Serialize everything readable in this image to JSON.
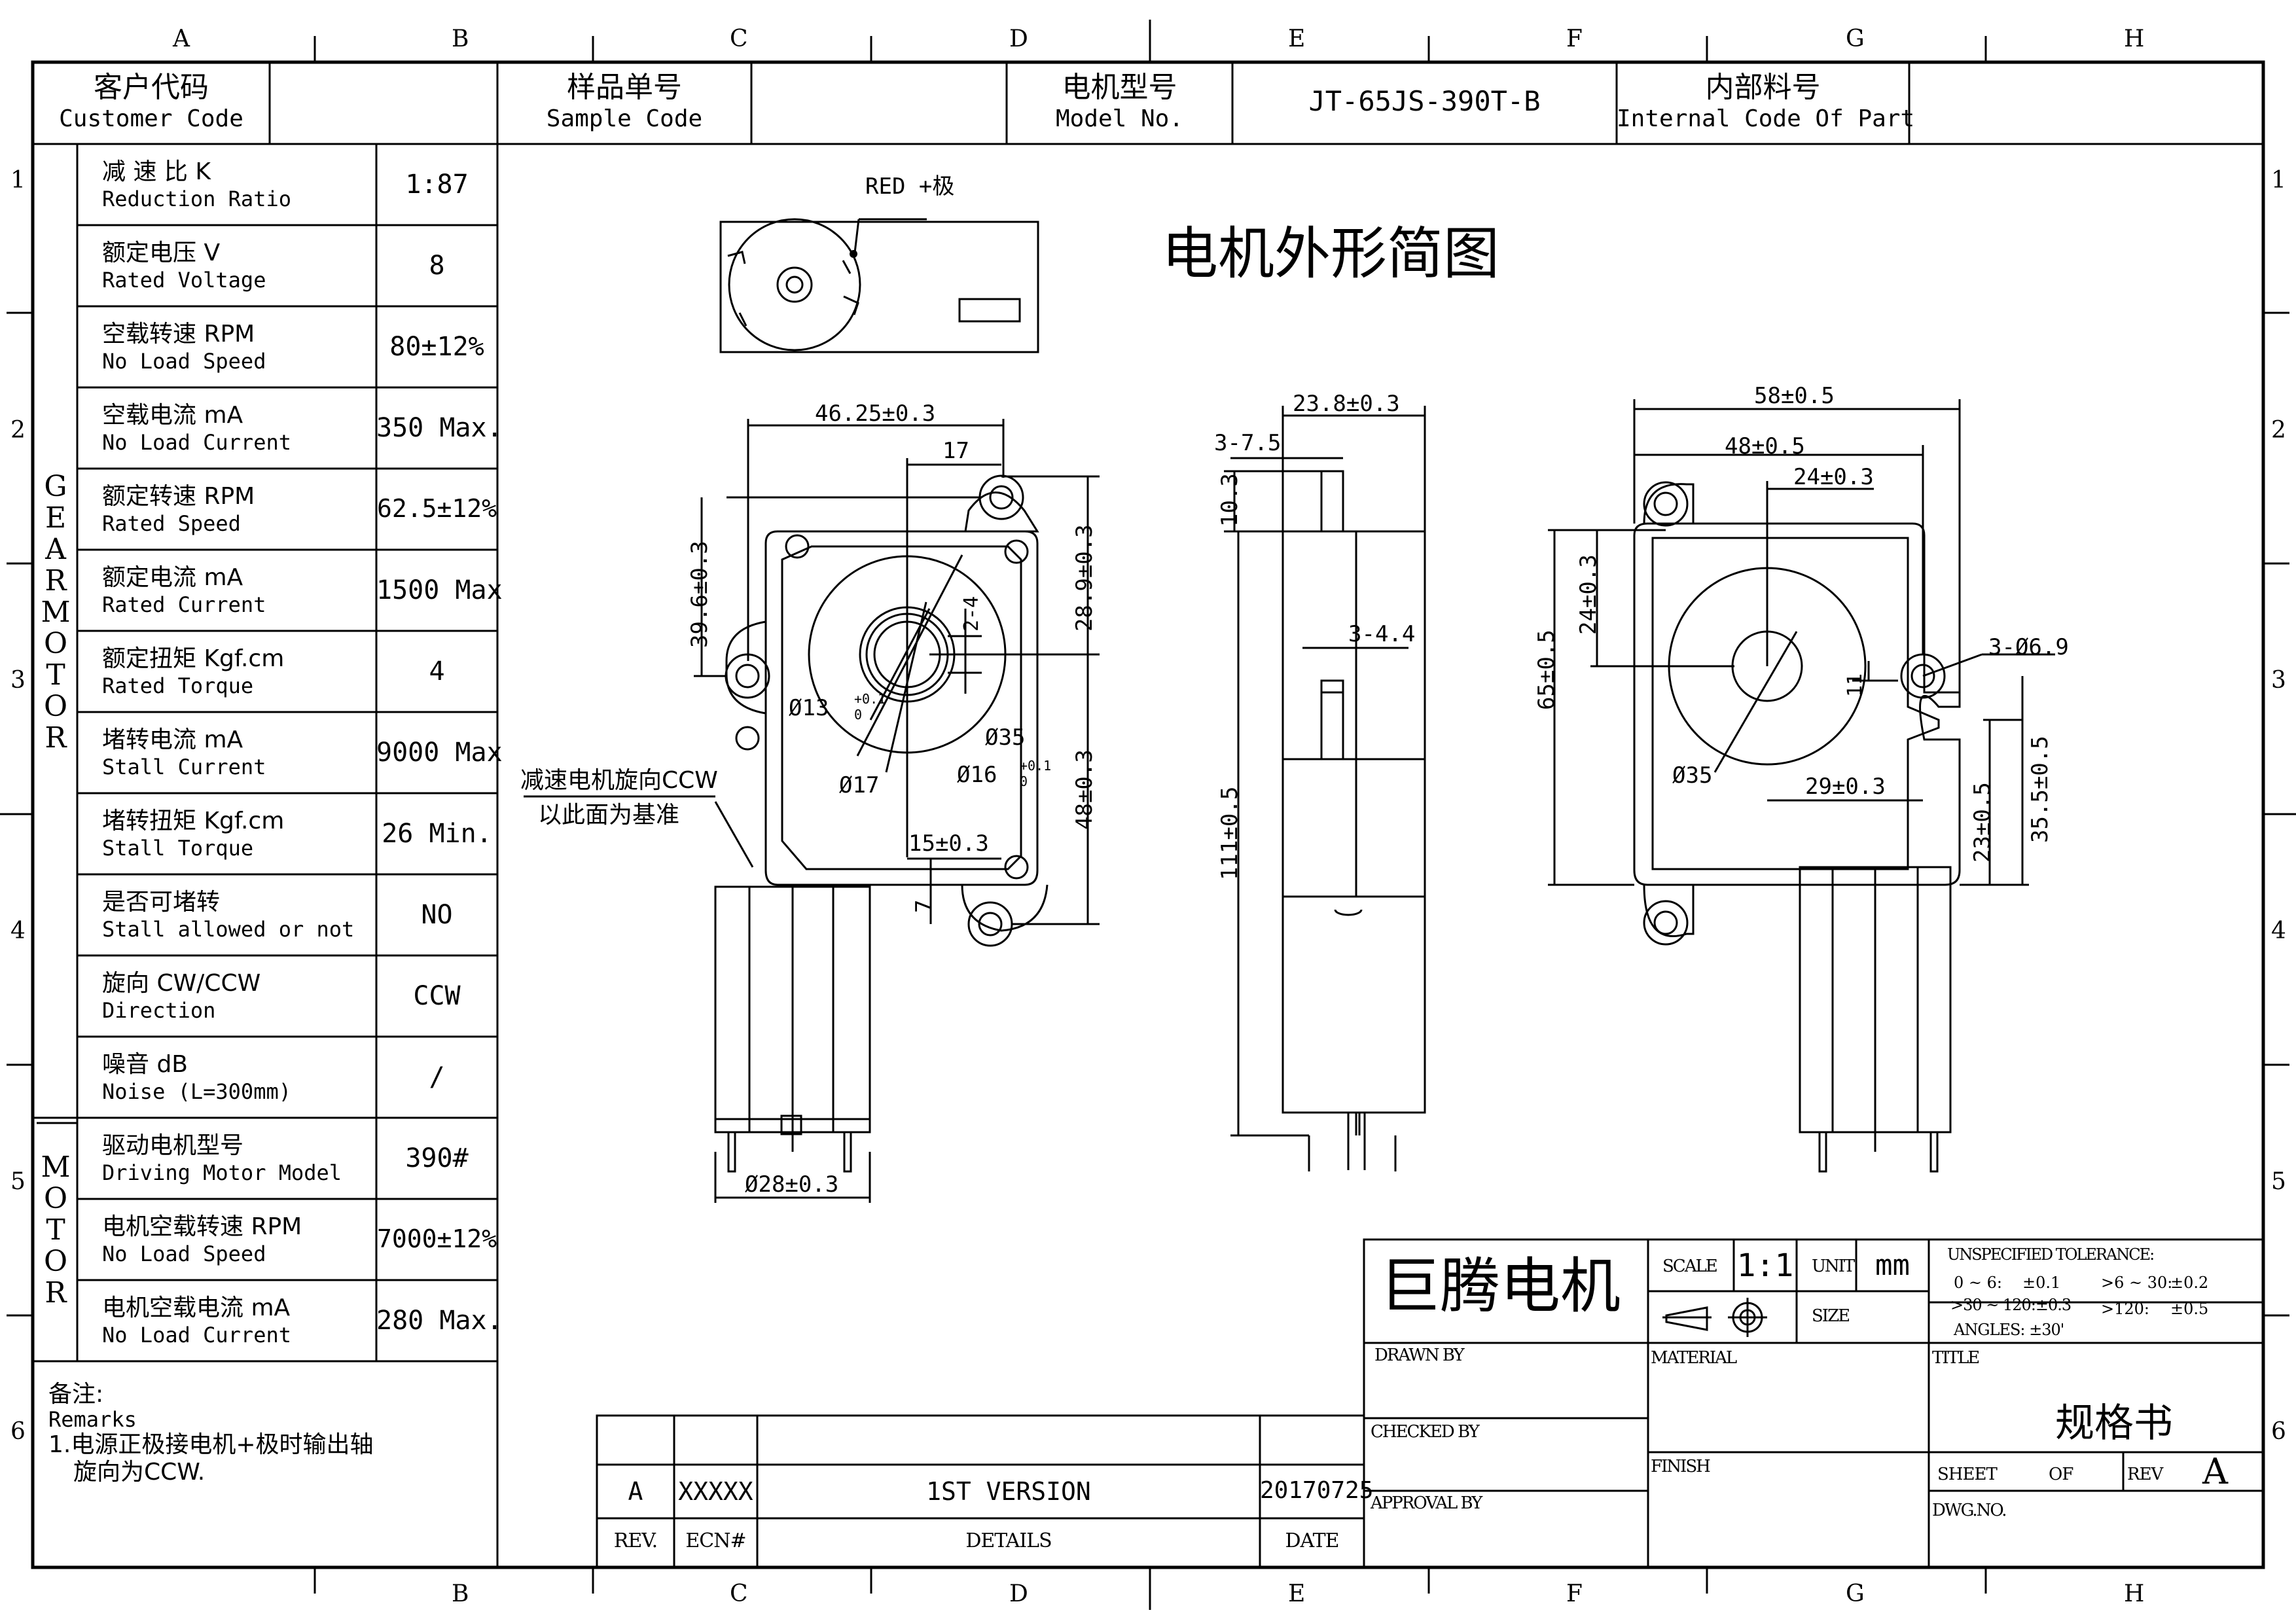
{
  "grid": {
    "cols": [
      "A",
      "B",
      "C",
      "D",
      "E",
      "F",
      "G",
      "H"
    ],
    "rows": [
      "1",
      "2",
      "3",
      "4",
      "5",
      "6"
    ]
  },
  "header": {
    "customer_code_cn": "客户代码",
    "customer_code_en": "Customer Code",
    "customer_code_value": "",
    "sample_code_cn": "样品单号",
    "sample_code_en": "Sample Code",
    "sample_code_value": "",
    "model_no_cn": "电机型号",
    "model_no_en": "Model No.",
    "model_no_value": "JT-65JS-390T-B",
    "internal_code_cn": "内部料号",
    "internal_code_en": "Internal Code Of Part",
    "internal_code_value": ""
  },
  "gear_motor_section_label": "GEAR MOTOR",
  "motor_section_label": "MOTOR",
  "gear_motor_specs": [
    {
      "cn": "减 速 比 K",
      "en": "Reduction Ratio",
      "value": "1:87"
    },
    {
      "cn": "额定电压 V",
      "en": "Rated Voltage",
      "value": "8"
    },
    {
      "cn": "空载转速 RPM",
      "en": "No Load Speed",
      "value": "80±12%"
    },
    {
      "cn": "空载电流 mA",
      "en": "No Load Current",
      "value": "350 Max."
    },
    {
      "cn": "额定转速 RPM",
      "en": "Rated Speed",
      "value": "62.5±12%"
    },
    {
      "cn": "额定电流 mA",
      "en": "Rated Current",
      "value": "1500 Max"
    },
    {
      "cn": "额定扭矩 Kgf.cm",
      "en": "Rated Torque",
      "value": "4"
    },
    {
      "cn": "堵转电流 mA",
      "en": "Stall Current",
      "value": "9000 Max"
    },
    {
      "cn": "堵转扭矩 Kgf.cm",
      "en": "Stall Torque",
      "value": "26 Min."
    },
    {
      "cn": "是否可堵转",
      "en": "Stall allowed or not",
      "value": "NO"
    },
    {
      "cn": "旋向 CW/CCW",
      "en": "Direction",
      "value": "CCW"
    },
    {
      "cn": "噪音 dB",
      "en": "Noise (L=300mm)",
      "value": "/"
    }
  ],
  "motor_specs": [
    {
      "cn": "驱动电机型号",
      "en": "Driving Motor Model",
      "value": "390#"
    },
    {
      "cn": "电机空载转速 RPM",
      "en": "No Load Speed",
      "value": "7000±12%"
    },
    {
      "cn": "电机空载电流 mA",
      "en": "No Load Current",
      "value": "280 Max."
    }
  ],
  "remarks": {
    "title_cn": "备注:",
    "title_en": "Remarks",
    "line1": "1.电源正极接电机+极时输出轴",
    "line2": "旋向为CCW."
  },
  "drawing": {
    "title": "电机外形简图",
    "red_label": "RED +极",
    "direction_note_1": "减速电机旋向CCW",
    "direction_note_2": "以此面为基准",
    "front": {
      "d1": "46.25±0.3",
      "d2": "17",
      "d3": "39.6±0.3",
      "d4": "28.9±0.3",
      "d5": "2-4",
      "d6": "Ø13",
      "d7": "Ø35",
      "d8": "Ø17",
      "d9": "Ø16",
      "d10": "48±0.3",
      "d11": "15±0.3",
      "d12": "7",
      "d13": "Ø28±0.3",
      "tol_plus": "+0.1",
      "tol_zero": "0"
    },
    "side": {
      "d1": "23.8±0.3",
      "d2": "3-7.5",
      "d3": "10.3",
      "d4": "3-4.4",
      "d5": "111±0.5"
    },
    "back": {
      "d1": "58±0.5",
      "d2": "48±0.5",
      "d3": "24±0.3",
      "d4": "24±0.3",
      "d5": "3-Ø6.9",
      "d6": "65±0.5",
      "d7": "11",
      "d8": "Ø35",
      "d9": "29±0.3",
      "d10": "23±0.5",
      "d11": "35.5±0.5"
    }
  },
  "title_block": {
    "company": "巨腾电机",
    "scale_label": "SCALE",
    "scale_value": "1:1",
    "unit_label": "UNIT",
    "unit_value": "mm",
    "size_label": "SIZE",
    "tolerance_title": "UNSPECIFIED TOLERANCE:",
    "tol_1a": "0 ~ 6:",
    "tol_1b": "±0.1",
    "tol_2a": ">6 ~ 30:",
    "tol_2b": "±0.2",
    "tol_3a": ">30 ~ 120:±0.3",
    "tol_4a": ">120:",
    "tol_4b": "±0.5",
    "tol_angles": "ANGLES: ±30'",
    "drawn_by": "DRAWN BY",
    "checked_by": "CHECKED BY",
    "approval_by": "APPROVAL BY",
    "material": "MATERIAL",
    "finish": "FINISH",
    "title_label": "TITLE",
    "title_value": "规格书",
    "sheet_label": "SHEET",
    "of_label": "OF",
    "rev_label": "REV",
    "rev_value": "A",
    "dwg_no": "DWG.NO."
  },
  "revision": {
    "rev": "A",
    "ecn": "XXXXX",
    "details": "1ST VERSION",
    "date": "20170725",
    "h_rev": "REV.",
    "h_ecn": "ECN#",
    "h_details": "DETAILS",
    "h_date": "DATE"
  }
}
